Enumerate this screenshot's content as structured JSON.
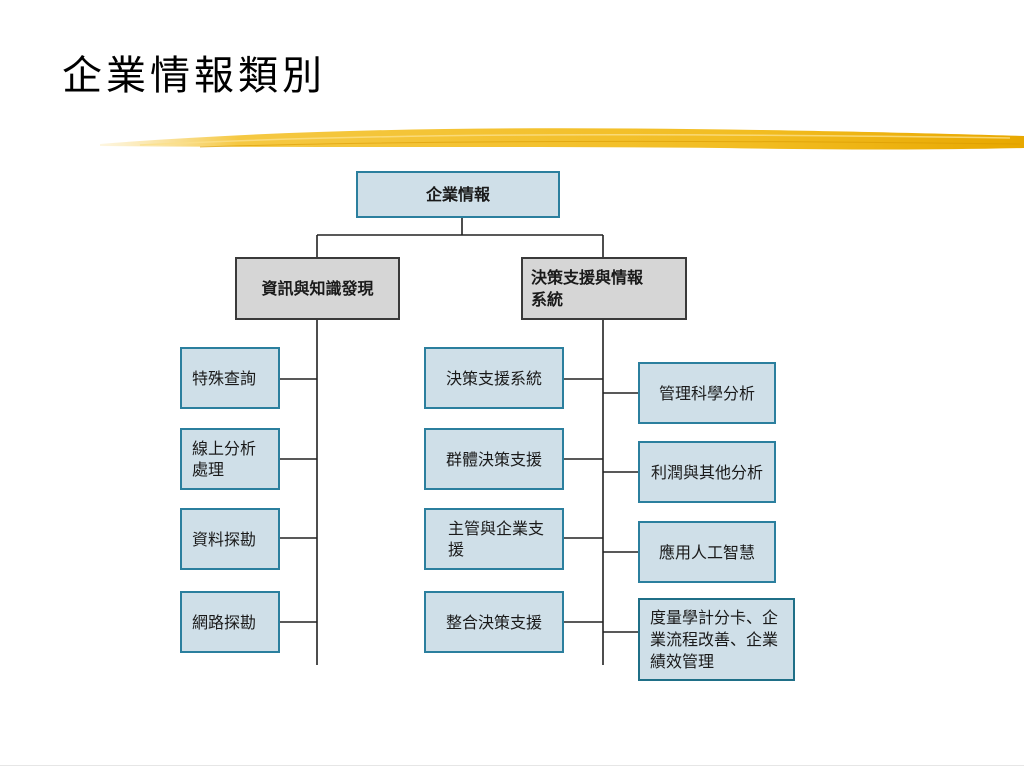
{
  "slide": {
    "title": "企業情報類別"
  },
  "diagram": {
    "root": "企業情報",
    "branch_left": "資訊與知識發現",
    "branch_right": "決策支援與情報系統",
    "left_items": [
      "特殊查詢",
      "線上分析處理",
      "資料探勘",
      "網路探勘"
    ],
    "right_inner_items": [
      "決策支援系統",
      "群體決策支援",
      "主管與企業支援",
      "整合決策支援"
    ],
    "right_outer_items": [
      "管理科學分析",
      "利潤與其他分析",
      "應用人工智慧",
      "度量學計分卡、企業流程改善、企業績效管理"
    ]
  },
  "colors": {
    "box_fill": "#cfdfe8",
    "box_border": "#2b7f9e",
    "branch_fill": "#d6d6d6",
    "highlight_stroke": "#f2c02a"
  }
}
